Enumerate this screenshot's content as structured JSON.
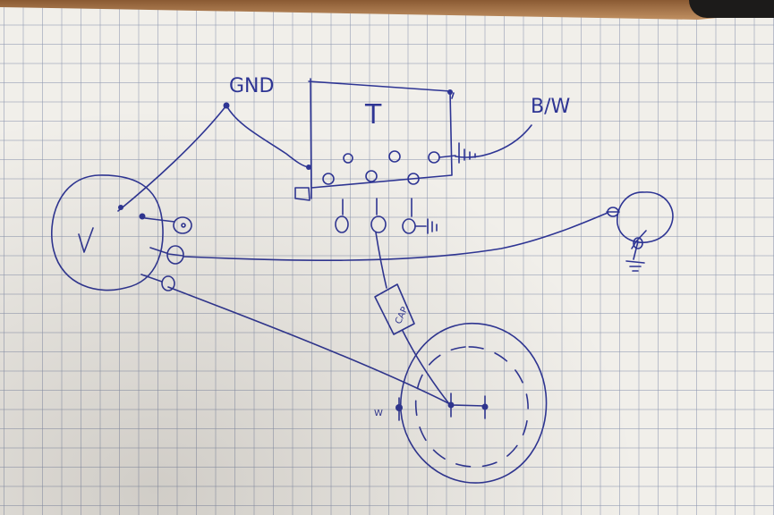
{
  "labels": {
    "gnd": "GND",
    "bw": "B/W",
    "tone_box": "T",
    "volume_pot": "V",
    "capacitor": "CAP",
    "w_mark": "W"
  },
  "colors": {
    "ink": "#2e3594",
    "paper": "#f1efea",
    "grid": "#8c96af"
  }
}
